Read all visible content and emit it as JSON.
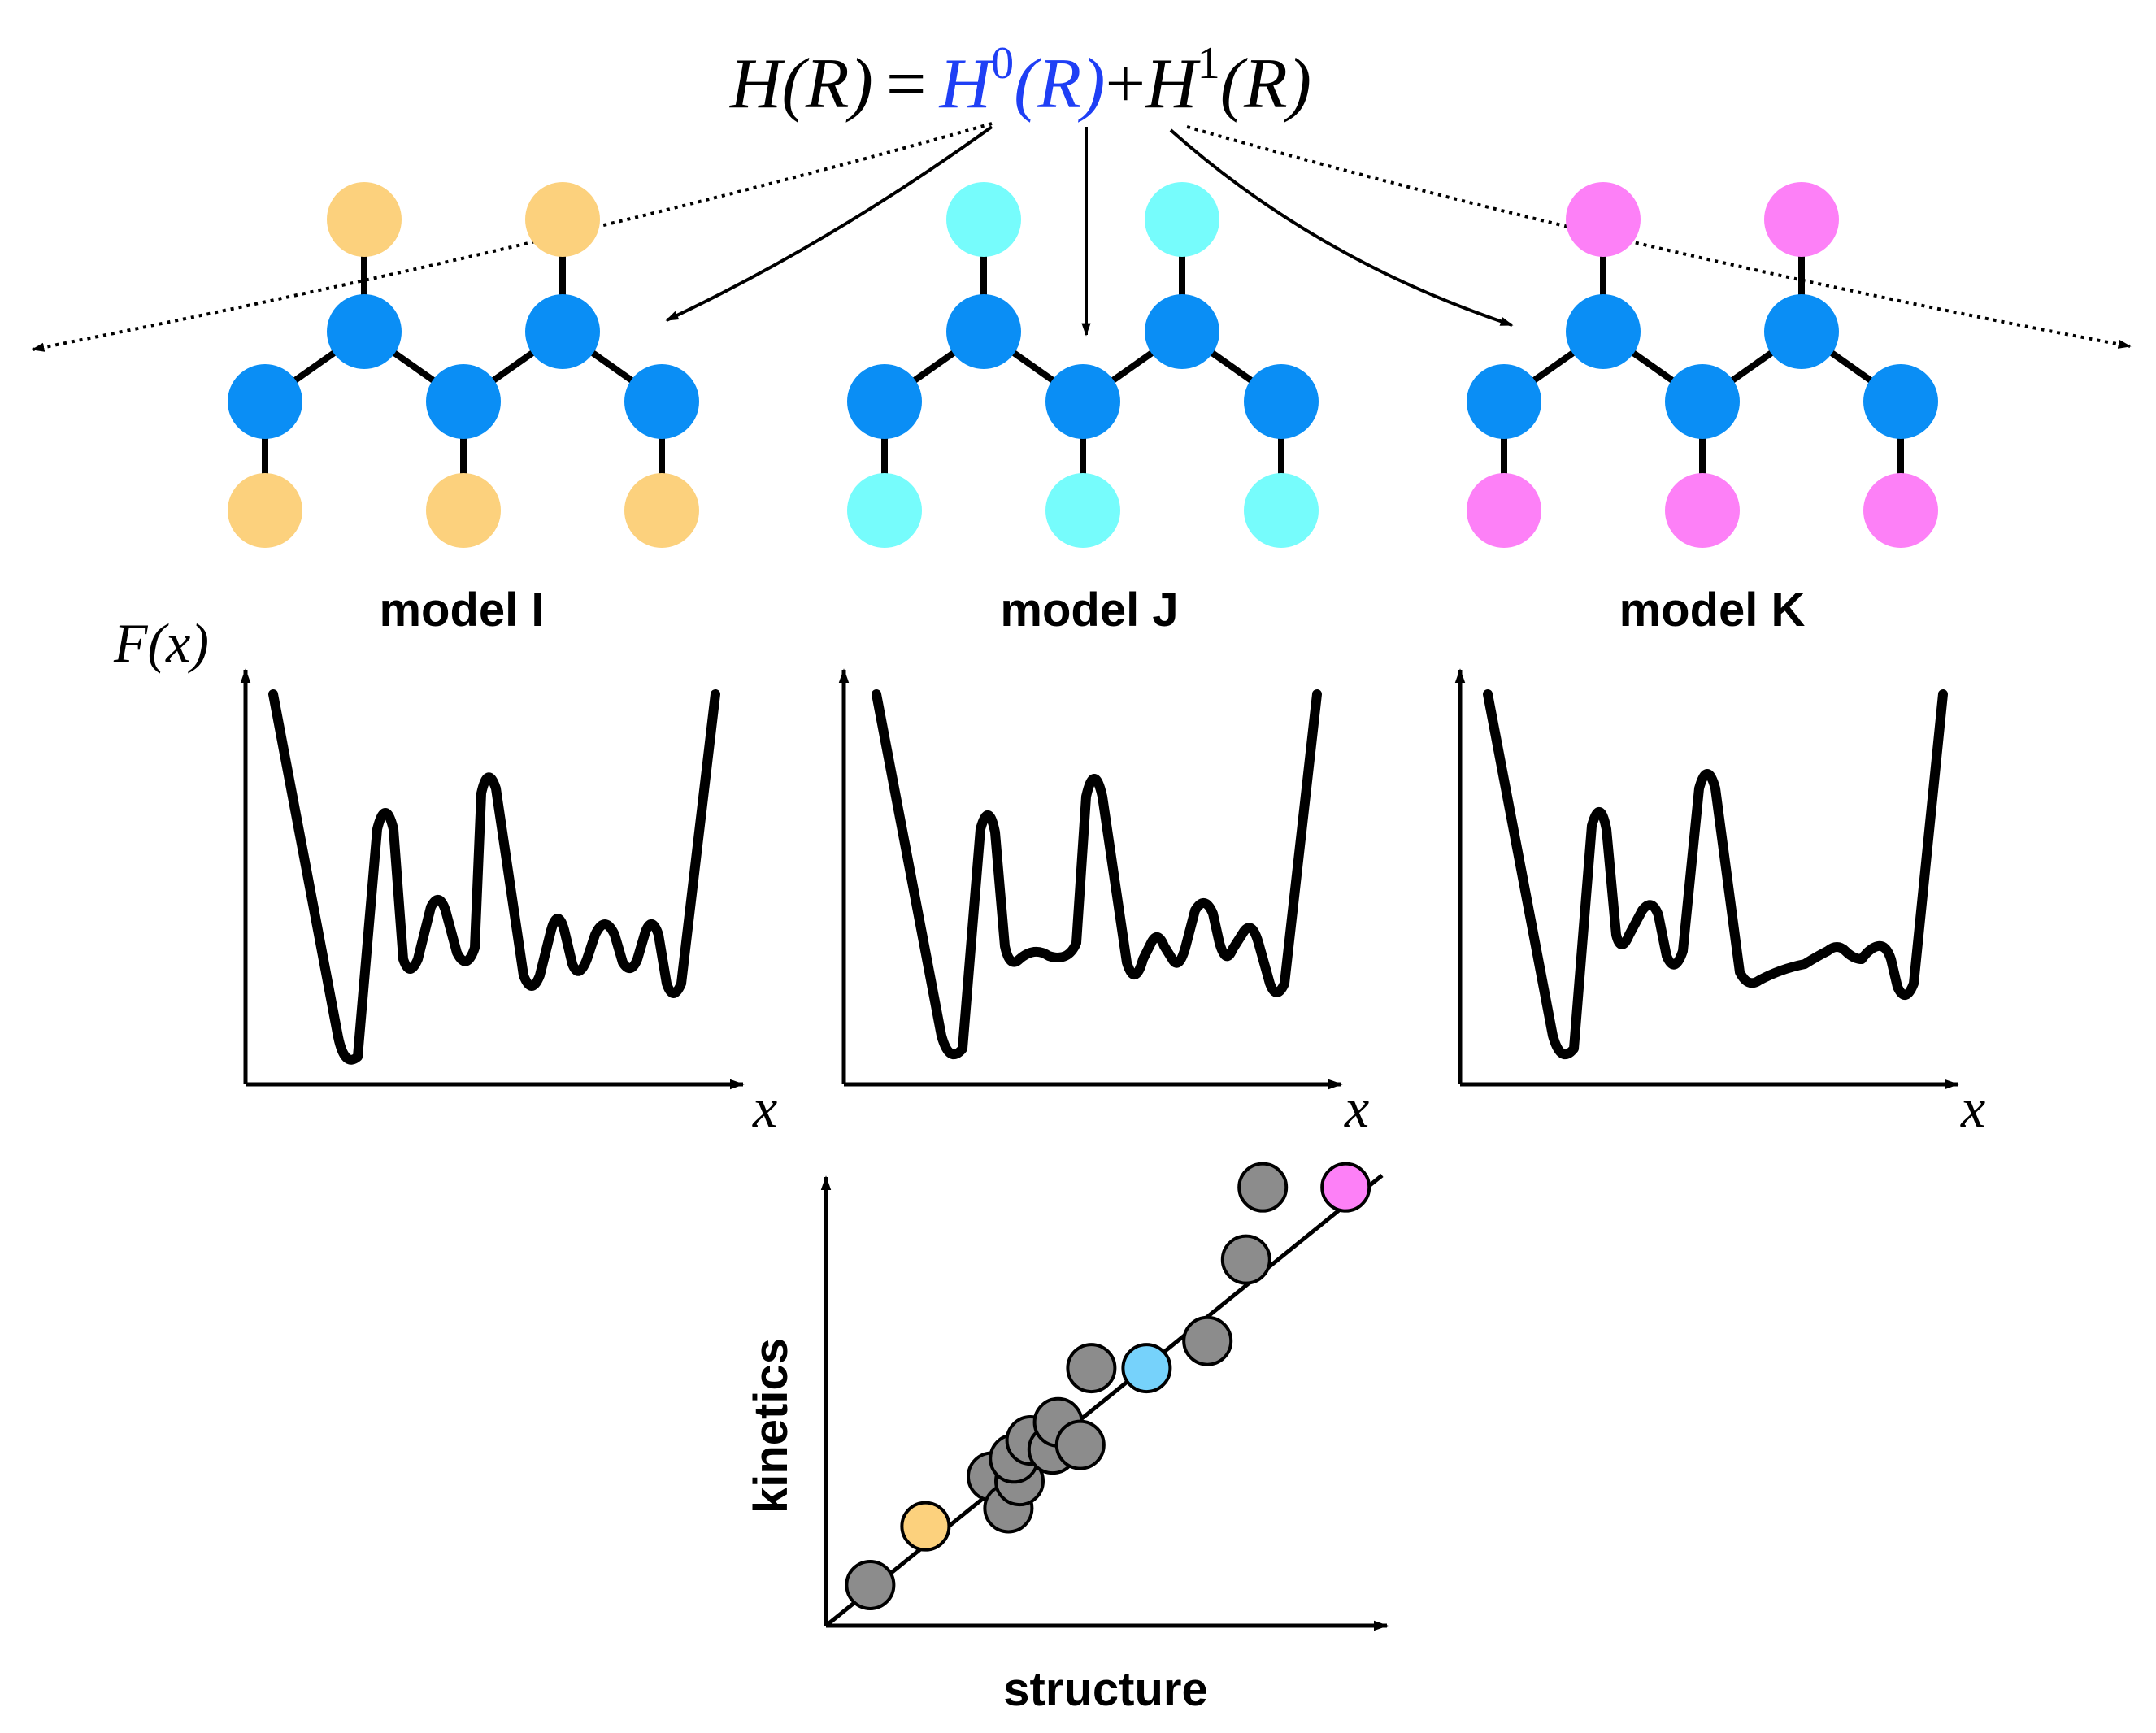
{
  "equation": {
    "lhs": "H(R)",
    "eq": "=",
    "h0": "H",
    "h0_sup": "0",
    "h0_arg": "(R)",
    "plus": "+",
    "h1": "H",
    "h1_sup": "1",
    "h1_arg": "(R)"
  },
  "colors": {
    "backbone": "#0a8ef5",
    "model_i_terminal": "#fcd17d",
    "model_j_terminal": "#76fcfc",
    "model_k_terminal": "#fd80f7",
    "h0_highlight": "#1f3ff5",
    "scatter_gray": "#8c8c8c",
    "scatter_i": "#fcd17d",
    "scatter_j": "#76d2fb",
    "scatter_k": "#fd80f7"
  },
  "models": [
    {
      "label": "model I",
      "terminal_color": "#fcd17d"
    },
    {
      "label": "model J",
      "terminal_color": "#76fcfc"
    },
    {
      "label": "model K",
      "terminal_color": "#fd80f7"
    }
  ],
  "free_energy": {
    "ylabel": "F(x)",
    "xlabel": "x"
  },
  "scatter": {
    "xlabel": "structure",
    "ylabel": "kinetics",
    "points": [
      {
        "x": 0.08,
        "y": 0.09,
        "color": "gray"
      },
      {
        "x": 0.18,
        "y": 0.22,
        "color": "model_i"
      },
      {
        "x": 0.3,
        "y": 0.33,
        "color": "gray"
      },
      {
        "x": 0.33,
        "y": 0.26,
        "color": "gray"
      },
      {
        "x": 0.35,
        "y": 0.32,
        "color": "gray"
      },
      {
        "x": 0.34,
        "y": 0.37,
        "color": "gray"
      },
      {
        "x": 0.37,
        "y": 0.41,
        "color": "gray"
      },
      {
        "x": 0.41,
        "y": 0.39,
        "color": "gray"
      },
      {
        "x": 0.42,
        "y": 0.45,
        "color": "gray"
      },
      {
        "x": 0.46,
        "y": 0.4,
        "color": "gray"
      },
      {
        "x": 0.48,
        "y": 0.57,
        "color": "gray"
      },
      {
        "x": 0.58,
        "y": 0.57,
        "color": "model_j"
      },
      {
        "x": 0.69,
        "y": 0.63,
        "color": "gray"
      },
      {
        "x": 0.76,
        "y": 0.81,
        "color": "gray"
      },
      {
        "x": 0.79,
        "y": 0.97,
        "color": "gray"
      },
      {
        "x": 0.94,
        "y": 0.97,
        "color": "model_k"
      }
    ]
  }
}
